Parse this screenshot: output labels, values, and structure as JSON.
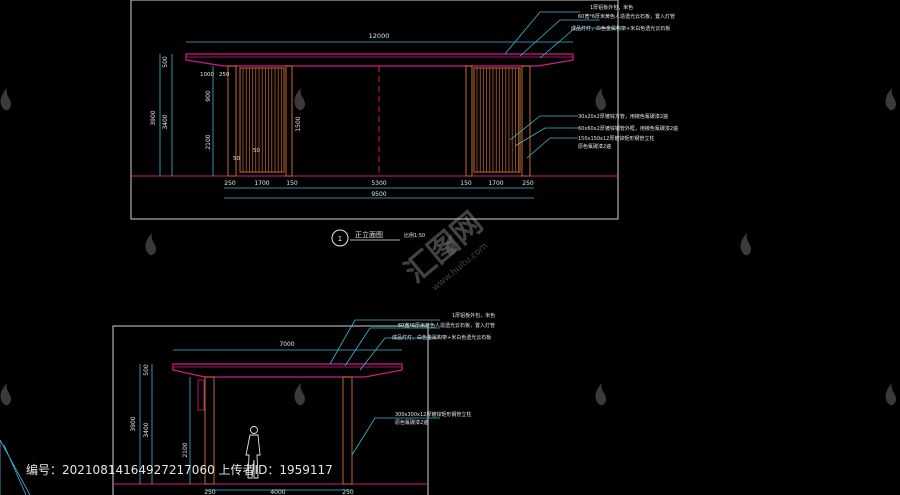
{
  "front": {
    "overall_length": "12000",
    "heights": {
      "top": "500",
      "total": "3900",
      "middle": "3400",
      "upper": "900",
      "lower": "2100",
      "inner": "1500"
    },
    "small": {
      "a": "1000",
      "b": "250",
      "c": "50",
      "d": "50"
    },
    "bottom_dims": [
      "250",
      "1700",
      "150",
      "5300",
      "150",
      "1700",
      "250"
    ],
    "total_width": "9500",
    "title_no": "1",
    "title": "正立面图",
    "scale": "比例1:50",
    "notes_top": [
      "1厚铝板外包，米色",
      "60宽*6厚米黄色人造透光云石板，置入灯管",
      "成品灯灯，白色金属构架+米白色透光云石板"
    ],
    "notes_mid": [
      "30x20x2厚镀锌方管，用椒色氟碳漆2遍",
      "60x60x2厚镀锌钢管外框，用椒色氟碳漆2遍",
      "150x150x12厚镀锌矩形钢管立柱",
      "原色氟碳漆2遍"
    ]
  },
  "side": {
    "overall_length": "7000",
    "heights": {
      "top": "500",
      "total": "3900",
      "middle": "3400",
      "lower": "2100"
    },
    "bottom_dims": [
      "250",
      "4000",
      "250"
    ],
    "notes_top": [
      "1厚铝板外包，米色",
      "60宽*6厚米黄色人造透光云石板，置入灯管",
      "成品灯灯，白色金属构架+米白色透光云石板"
    ],
    "notes_mid": [
      "300x300x12厚镀锌矩形钢管立柱",
      "原色氟碳漆2遍"
    ]
  },
  "footer": {
    "id_label": "编号：",
    "id_value": "20210814164927217060",
    "uploader_label": "上传者ID：",
    "uploader_value": "1959117"
  },
  "watermark": {
    "text": "汇图网",
    "url": "www.huitu.com"
  },
  "colors": {
    "line": "#c8c8c8",
    "magenta": "#d41a8c",
    "cyan": "#3ab8d8",
    "red": "#e02020",
    "yellow": "#e8d020",
    "green": "#40c040",
    "orange": "#c86a2a",
    "white": "#e6e6e6"
  }
}
